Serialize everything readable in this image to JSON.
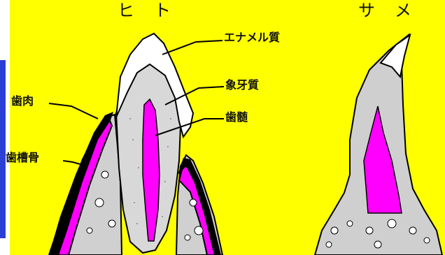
{
  "titles": {
    "human": "ヒト",
    "shark": "サメ"
  },
  "labels": {
    "enamel": "エナメル質",
    "dentin": "象牙質",
    "pulp": "歯髄",
    "gum": "歯肉",
    "bone": "歯槽骨"
  },
  "colors": {
    "background": "#ffff00",
    "dentin": "#d8d8d8",
    "enamel": "#ffffff",
    "pulp": "#ff00ff",
    "outline": "#000000",
    "frame_accent": "#2b3fd6"
  }
}
